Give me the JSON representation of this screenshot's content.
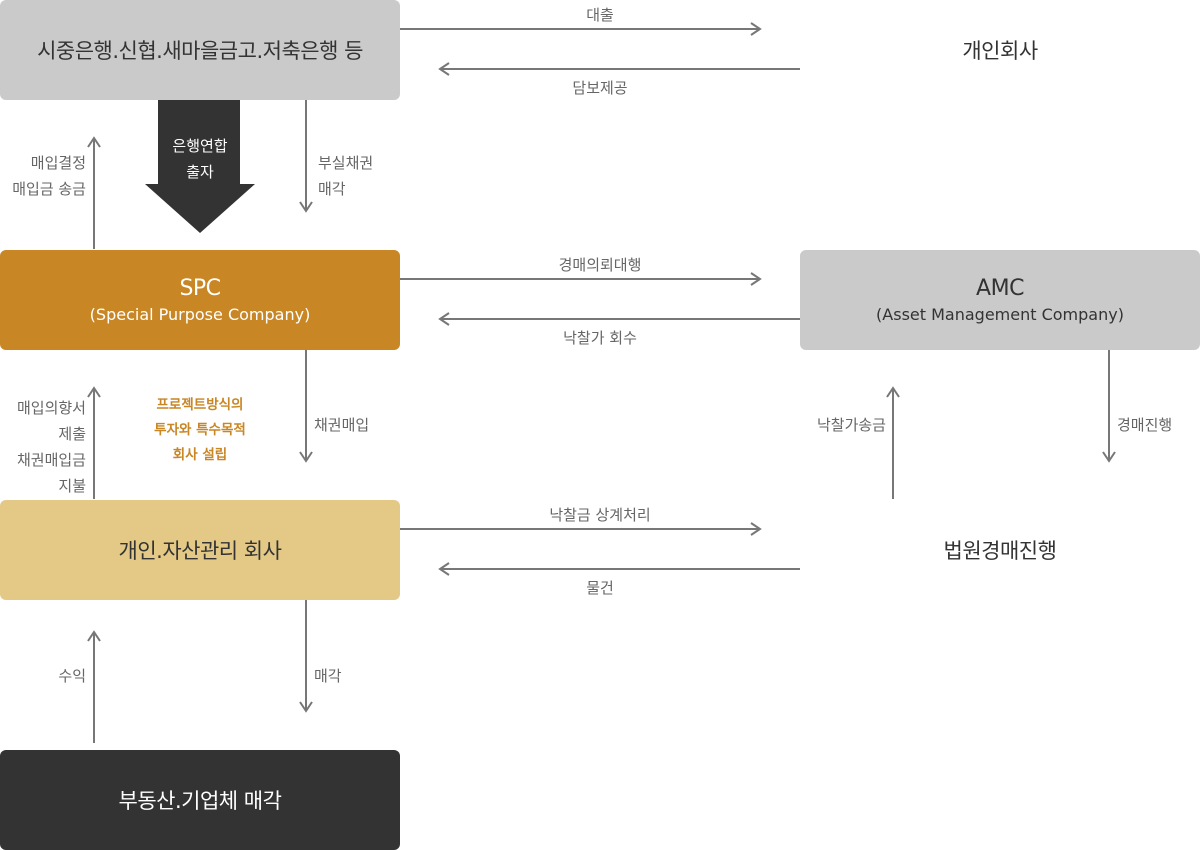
{
  "nodes": {
    "banks": {
      "title": "시중은행.신협.새마을금고.저축은행 등"
    },
    "personal_company": {
      "title": "개인회사"
    },
    "spc": {
      "title": "SPC",
      "subtitle": "(Special Purpose Company)"
    },
    "amc": {
      "title": "AMC",
      "subtitle": "(Asset Management Company)"
    },
    "asset_company": {
      "title": "개인.자산관리 회사"
    },
    "court_auction": {
      "title": "법원경매진행"
    },
    "real_estate_sale": {
      "title": "부동산.기업체 매각"
    }
  },
  "flows": {
    "loan": "대출",
    "collateral": "담보제공",
    "bank_investment": [
      "은행연합",
      "출자"
    ],
    "purchase_decision": [
      "매입결정",
      "매입금 송금"
    ],
    "npl_sale": [
      "부실채권",
      "매각"
    ],
    "auction_request": "경매의뢰대행",
    "winning_bid_recovery": "낙찰가 회수",
    "purchase_intent": [
      "매입의향서",
      "제출",
      "채권매입금",
      "지불"
    ],
    "bond_purchase": "채권매입",
    "project_note": [
      "프로젝트방식의",
      "투자와 특수목적",
      "회사 설립"
    ],
    "winning_bid_remit": "낙찰가송금",
    "auction_progress": "경매진행",
    "bid_offset": "낙찰금 상계처리",
    "property": "물건",
    "profit": "수익",
    "disposal": "매각"
  },
  "colors": {
    "gray_box": "#cacaca",
    "spc_orange": "#c98624",
    "asset_gold": "#e3c985",
    "dark_box": "#333333",
    "arrow_gray": "#777777",
    "note_orange": "#c98624"
  }
}
